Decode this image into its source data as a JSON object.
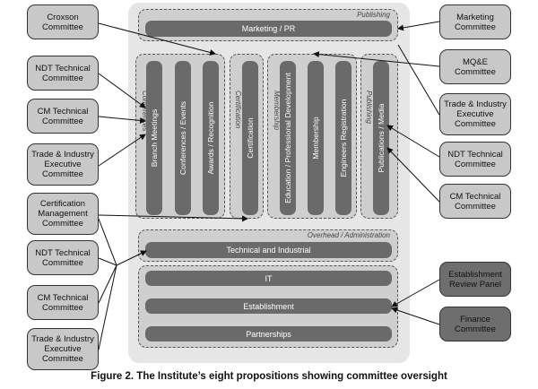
{
  "committees_left": [
    "Croxson\nCommittee",
    "NDT Technical\nCommittee",
    "CM Technical\nCommittee",
    "Trade & Industry\nExecutive\nCommittee",
    "Certification\nManagement\nCommittee",
    "NDT Technical\nCommittee",
    "CM Technical\nCommittee",
    "Trade & Industry\nExecutive\nCommittee"
  ],
  "committees_right": [
    "Marketing\nCommittee",
    "MQ&E\nCommittee",
    "Trade & Industry\nExecutive\nCommittee",
    "NDT Technical\nCommittee",
    "CM Technical\nCommittee",
    "Establishment\nReview Panel",
    "Finance\nCommittee"
  ],
  "groups": {
    "publishing_top": "Publishing",
    "conferences": "Conferences",
    "certification": "Certification",
    "membership": "Membership",
    "publishing_side": "Publishing",
    "overhead": "Overhead / Administration"
  },
  "propositions": {
    "marketing": "Marketing / PR",
    "branch_meetings": "Branch Meetings",
    "conferences_events": "Conferences / Events",
    "awards": "Awards / Recognition",
    "certification": "Certification",
    "education": "Education / Professional Development",
    "membership": "Membership",
    "engineers_registration": "Engineers Registration",
    "publications": "Publications / Media",
    "technical": "Technical and Industrial",
    "it": "IT",
    "establishment": "Establishment",
    "partnerships": "Partnerships"
  },
  "caption": "Figure 2. The Institute’s eight propositions showing committee oversight"
}
